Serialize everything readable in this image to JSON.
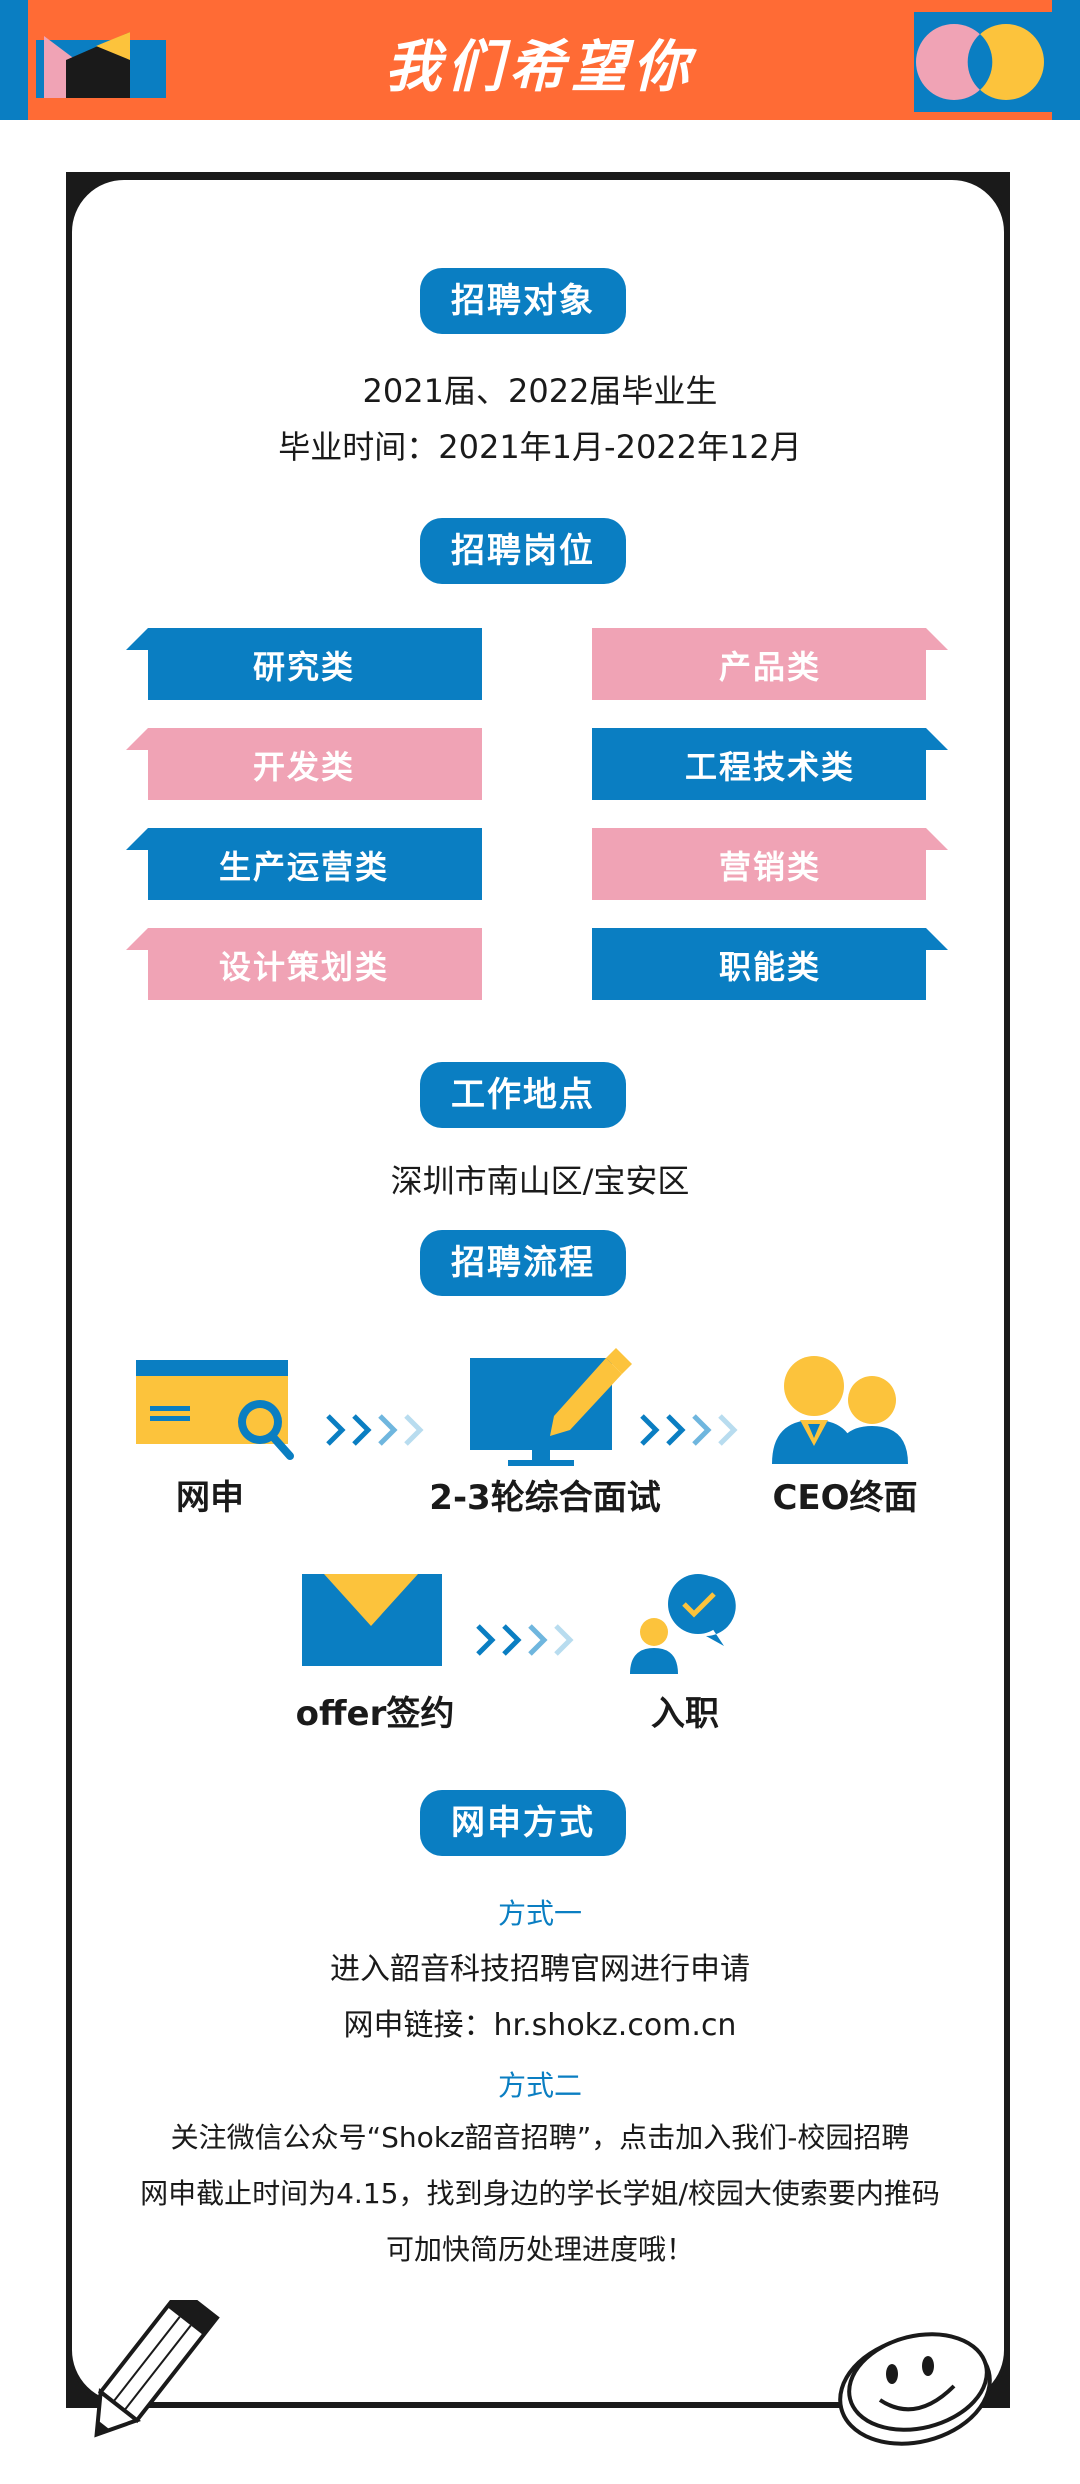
{
  "header": {
    "title": "我们希望你"
  },
  "sections": {
    "target": {
      "title": "招聘对象",
      "line1": "2021届、2022届毕业生",
      "line2": "毕业时间：2021年1月-2022年12月"
    },
    "positions": {
      "title": "招聘岗位",
      "items": [
        "研究类",
        "产品类",
        "开发类",
        "工程技术类",
        "生产运营类",
        "营销类",
        "设计策划类",
        "职能类"
      ]
    },
    "location": {
      "title": "工作地点",
      "text": "深圳市南山区/宝安区"
    },
    "process": {
      "title": "招聘流程",
      "steps": [
        "网申",
        "2-3轮综合面试",
        "CEO终面",
        "offer签约",
        "入职"
      ]
    },
    "apply": {
      "title": "网申方式",
      "method1_label": "方式一",
      "method1_line1": "进入韶音科技招聘官网进行申请",
      "method1_line2": "网申链接：hr.shokz.com.cn",
      "method2_label": "方式二",
      "method2_line1": "关注微信公众号“Shokz韶音招聘”，点击加入我们-校园招聘",
      "method2_line2": "网申截止时间为4.15，找到身边的学长学姐/校园大使索要内推码",
      "method2_line3": "可加快简历处理进度哦！"
    }
  },
  "colors": {
    "blue": "#0a7ec2",
    "pink": "#f0a3b5",
    "orange": "#ff6b35",
    "yellow": "#fcc33c",
    "dark": "#1a1a1a"
  }
}
